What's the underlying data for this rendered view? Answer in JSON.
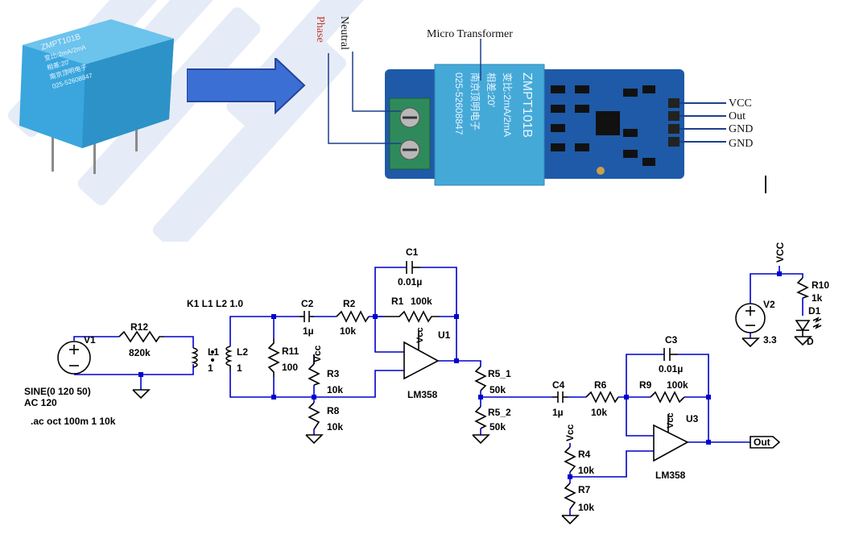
{
  "photo": {
    "transformer_marking_1": "ZMPT101B",
    "transformer_marking_2": "变比:2mA/2mA",
    "transformer_marking_3": "相差:20'",
    "transformer_marking_4": "南京顶明电子",
    "transformer_marking_5": "025-52608847"
  },
  "board": {
    "label_phase": "Phase",
    "label_neutral": "Neutral",
    "label_micro_transformer": "Micro Transformer",
    "pins": [
      "VCC",
      "Out",
      "GND",
      "GND"
    ],
    "colors": {
      "pcb": "#1e5aa8",
      "terminal": "#2f8a5b",
      "transformer": "#45a9d8",
      "phase_label": "#c0392b"
    }
  },
  "schematic": {
    "v1": "V1",
    "v1_spec_1": "SINE(0 120 50)",
    "v1_spec_2": "AC 120",
    "ac_cmd": ".ac oct 100m 1 10k",
    "r12": "R12",
    "r12_val": "820k",
    "k_stmt": "K1 L1 L2 1.0",
    "l1": "L1",
    "l1_val": "1",
    "l2": "L2",
    "l2_val": "1",
    "r11": "R11",
    "r11_val": "100",
    "c2": "C2",
    "c2_val": "1µ",
    "r2": "R2",
    "r2_val": "10k",
    "c1": "C1",
    "c1_val": "0.01µ",
    "r1": "R1",
    "r1_val": "100k",
    "u1": "U1",
    "u1_part": "LM358",
    "vcc": "Vcc",
    "r3": "R3",
    "r3_val": "10k",
    "r8": "R8",
    "r8_val": "10k",
    "r5_1": "R5_1",
    "r5_1_val": "50k",
    "r5_2": "R5_2",
    "r5_2_val": "50k",
    "c4": "C4",
    "c4_val": "1µ",
    "r6": "R6",
    "r6_val": "10k",
    "c3": "C3",
    "c3_val": "0.01µ",
    "r9": "R9",
    "r9_val": "100k",
    "u3": "U3",
    "u3_part": "LM358",
    "r4": "R4",
    "r4_val": "10k",
    "r7": "R7",
    "r7_val": "10k",
    "out": "Out",
    "opamp_supply": "Vcc",
    "vcc_net": "VCC",
    "v2": "V2",
    "v2_val": "3.3",
    "r10": "R10",
    "r10_val": "1k",
    "d1": "D1",
    "d1_val": "D",
    "colors": {
      "wire": "#0000cc",
      "node": "#0000cc",
      "comp": "#000000"
    }
  }
}
